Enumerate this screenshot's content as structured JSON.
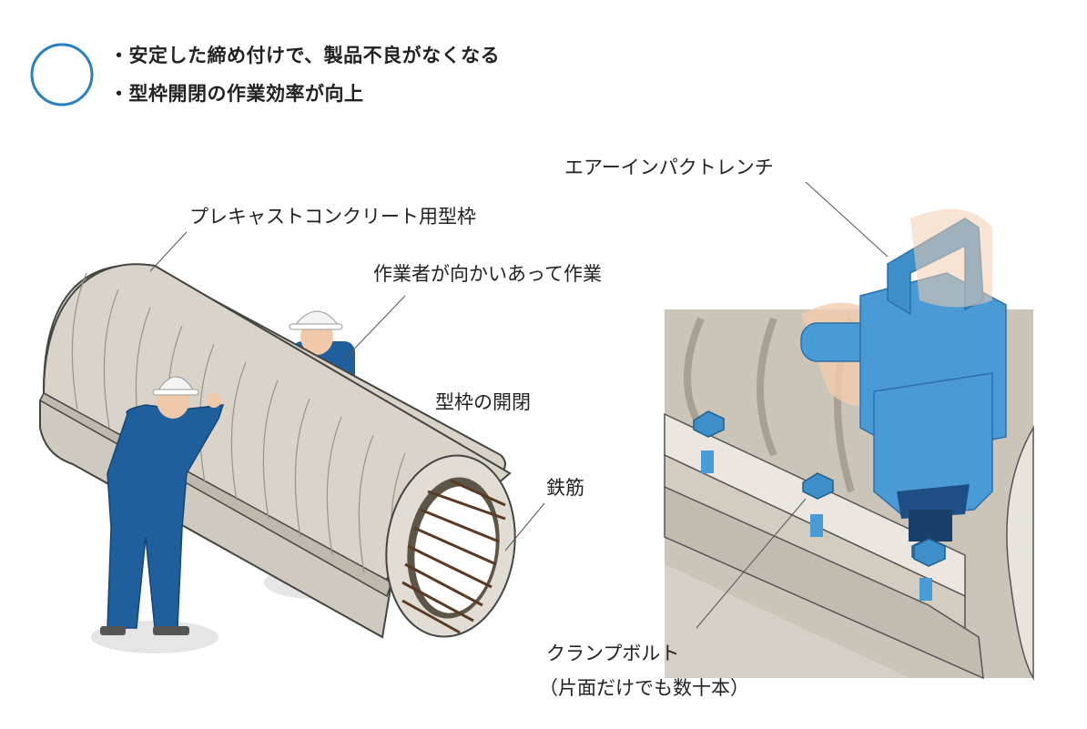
{
  "summary": {
    "bullets": [
      "・安定した締め付けで、製品不良がなくなる",
      "・型枠開閉の作業効率が向上"
    ]
  },
  "labels": {
    "form": "プレキャストコンクリート用型枠",
    "workers": "作業者が向かいあって作業",
    "open_close": "型枠の開閉",
    "rebar": "鉄筋",
    "wrench": "エアーインパクトレンチ",
    "bolt": "クランプボルト",
    "bolt_note": "（片面だけでも数十本）"
  },
  "colors": {
    "accent_circle": "#2a7fc0",
    "concrete": "#d8d2c8",
    "tool_blue": "#4a9ad6",
    "worker_blue": "#1f5f9e",
    "rebar": "#5a3a25"
  }
}
